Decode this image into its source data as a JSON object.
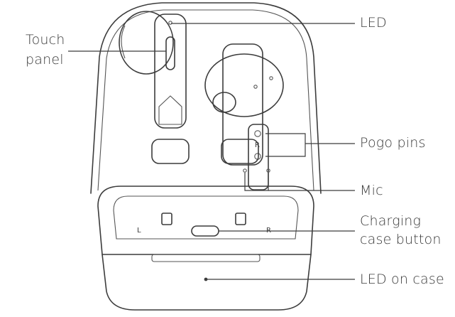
{
  "labels": {
    "led": "LED",
    "touch_panel_line1": "Touch",
    "touch_panel_line2": "panel",
    "pogo_pins": "Pogo pins",
    "mic": "Mic",
    "charging_button_line1": "Charging",
    "charging_button_line2": "case button",
    "led_on_case": "LED on case"
  },
  "case_markings": {
    "left": "L",
    "right": "R",
    "earbud_side": "R"
  },
  "colors": {
    "line": "#3c3c3c",
    "background": "#ffffff",
    "text": "#3a3a3a"
  }
}
